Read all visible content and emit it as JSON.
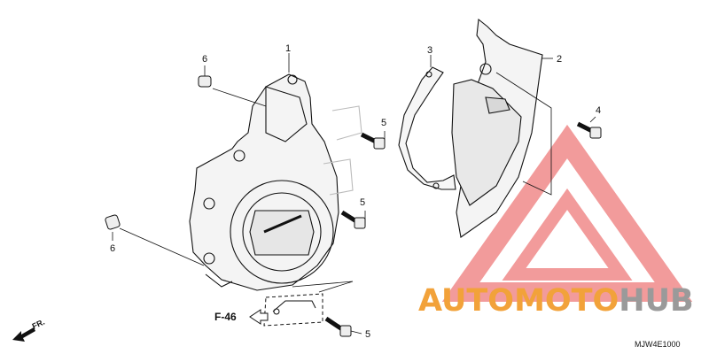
{
  "diagram": {
    "callouts": [
      "1",
      "2",
      "3",
      "4",
      "5",
      "5",
      "5",
      "6",
      "6"
    ],
    "reference": "F-46",
    "direction": "FR.",
    "part_code": "MJW4E1000"
  },
  "watermark": {
    "part1": "AUTO",
    "part2": "MOTO",
    "part3": "HUB",
    "colors": {
      "primary": "#e84b4b",
      "orange": "#f2a23a",
      "grey": "#9a9a9a"
    }
  }
}
